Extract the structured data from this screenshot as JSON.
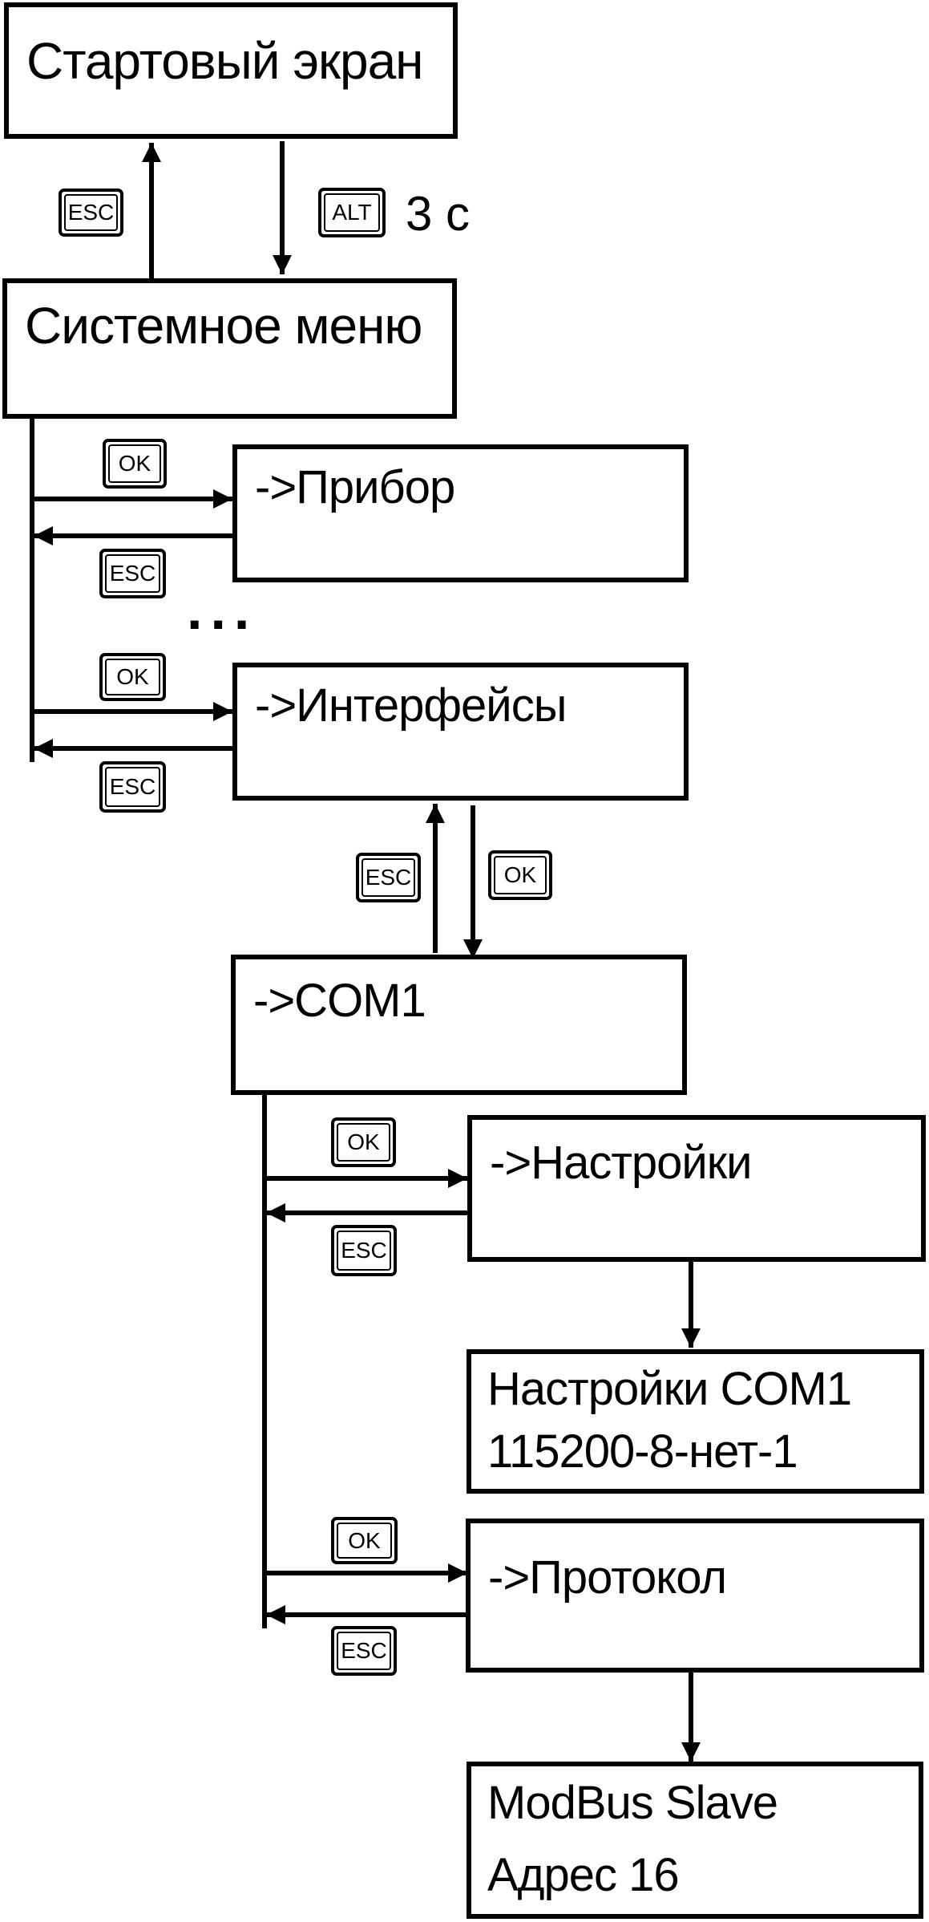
{
  "screens": {
    "start": "Стартовый экран",
    "system_menu": "Системное меню",
    "device": "->Прибор",
    "interfaces": "->Интерфейсы",
    "com1": "->COM1",
    "settings": "->Настройки",
    "settings_value_line1": "Настройки COM1",
    "settings_value_line2": "115200-8-нет-1",
    "protocol": "->Протокол",
    "protocol_value_line1": "ModBus Slave",
    "protocol_value_line2": "Адрес 16"
  },
  "keys": {
    "esc": "ESC",
    "ok": "OK",
    "alt": "ALT"
  },
  "hold_time": "3 с",
  "ellipsis": "...",
  "colors": {
    "line": "#000000",
    "background": "#ffffff"
  }
}
